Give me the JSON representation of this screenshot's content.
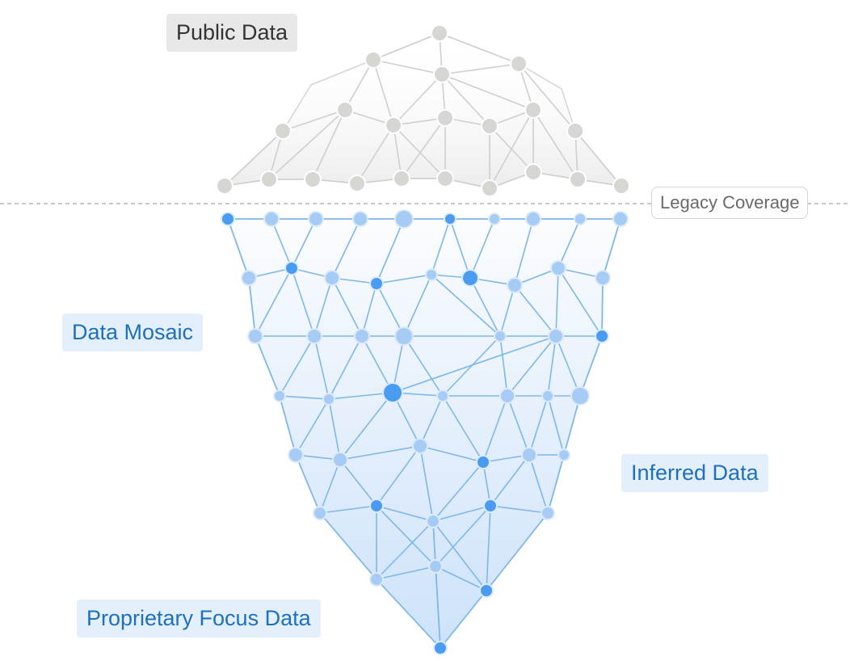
{
  "labels": {
    "public_data": "Public Data",
    "legacy_coverage": "Legacy Coverage",
    "data_mosaic": "Data Mosaic",
    "inferred_data": "Inferred Data",
    "proprietary_focus_data": "Proprietary Focus Data"
  },
  "colors": {
    "gray_node": "#d6d6d3",
    "gray_edge": "#cfcfcf",
    "gray_fill": "#ebebeb",
    "blue_dark": "#4a9cf2",
    "blue_light": "#a6cbf5",
    "blue_edge": "#7db7ec",
    "blue_fill_top": "#f9fbfe",
    "blue_fill_bottom": "#cfe3fa",
    "label_blue_text": "#1f6fbf",
    "label_blue_bg": "#e3f0fc",
    "label_gray_bg": "#e8e8e8",
    "dashed_line": "#b5b5b5"
  }
}
